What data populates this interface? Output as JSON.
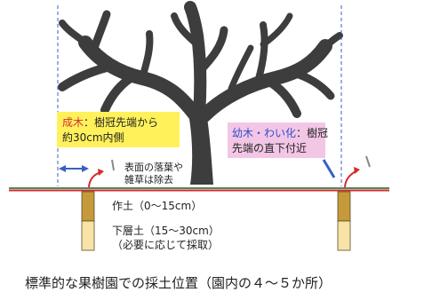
{
  "mature_label": {
    "name": "成木",
    "rest": "：樹冠先端から",
    "line2": "約30cm内側",
    "name_color": "#d03030",
    "bg_color": "#fff15a"
  },
  "young_label": {
    "name": "幼木・わい化",
    "rest": "：樹冠",
    "line2": "先端の直下付近",
    "name_color": "#3050c8",
    "bg_color": "#f3c6e6"
  },
  "surface_note": {
    "line1": "表面の落葉や",
    "line2": "雑草は除去"
  },
  "topsoil_label": "作土（0～15cm）",
  "subsoil_label": {
    "line1": "下層土（15～30cm）",
    "line2": "（必要に応じて採取）"
  },
  "caption": "標準的な果樹園での採土位置（園内の４～５か所）",
  "colors": {
    "tree": "#3d3d3d",
    "ground_green": "#4e8a5a",
    "ground_red": "#d42a2a",
    "dashed_guide": "#3a5fc4",
    "topsoil": "#c49a3a",
    "subsoil": "#f7e3a6",
    "core_outline": "#5a4a2a",
    "arrow_red": "#d42a2a",
    "arrow_blue": "#3a5fc4"
  }
}
